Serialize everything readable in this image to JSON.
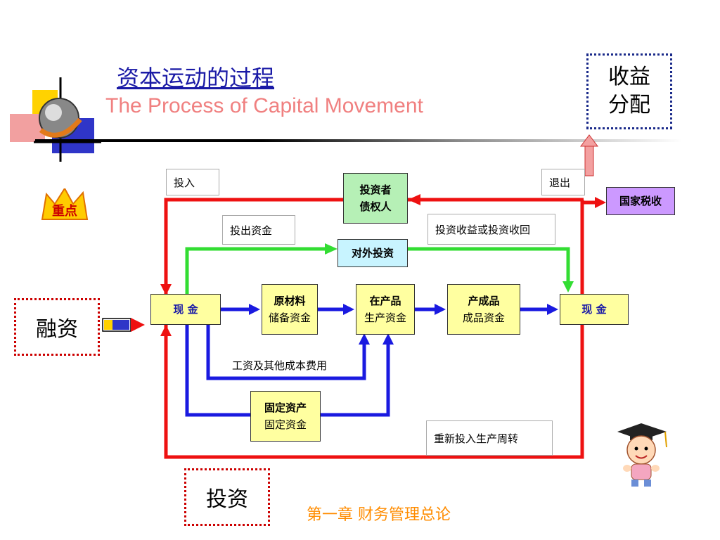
{
  "title": {
    "chinese": "资本运动的过程",
    "english": "The Process of Capital Movement"
  },
  "badges": {
    "zhongdian": "重点"
  },
  "side_boxes": {
    "shouyi": "收益",
    "fenpei": "分配",
    "rongzi": "融资",
    "touzi": "投资"
  },
  "nodes": {
    "investor_line1": "投资者",
    "investor_line2": "债权人",
    "tax": "国家税收",
    "cash_left": "现 金",
    "cash_right": "现 金",
    "foreign_invest": "对外投资",
    "raw_line1": "原材料",
    "raw_line2": "储备资金",
    "wip_line1": "在产品",
    "wip_line2": "生产资金",
    "finished_line1": "产成品",
    "finished_line2": "成品资金",
    "fixed_line1": "固定资产",
    "fixed_line2": "固定资金"
  },
  "labels": {
    "input": "投入",
    "exit": "退出",
    "invest_out": "投出资金",
    "returns": "投资收益或投资收回",
    "wages": "工资及其他成本费用",
    "reinvest": "重新投入生产周转"
  },
  "footer": "第一章  财务管理总论",
  "colors": {
    "red": "#ee1111",
    "green": "#33dd33",
    "blue": "#1a1ae0",
    "title_blue": "#1a1aa6",
    "title_pink": "#f08080",
    "footer_orange": "#ff8c00"
  }
}
